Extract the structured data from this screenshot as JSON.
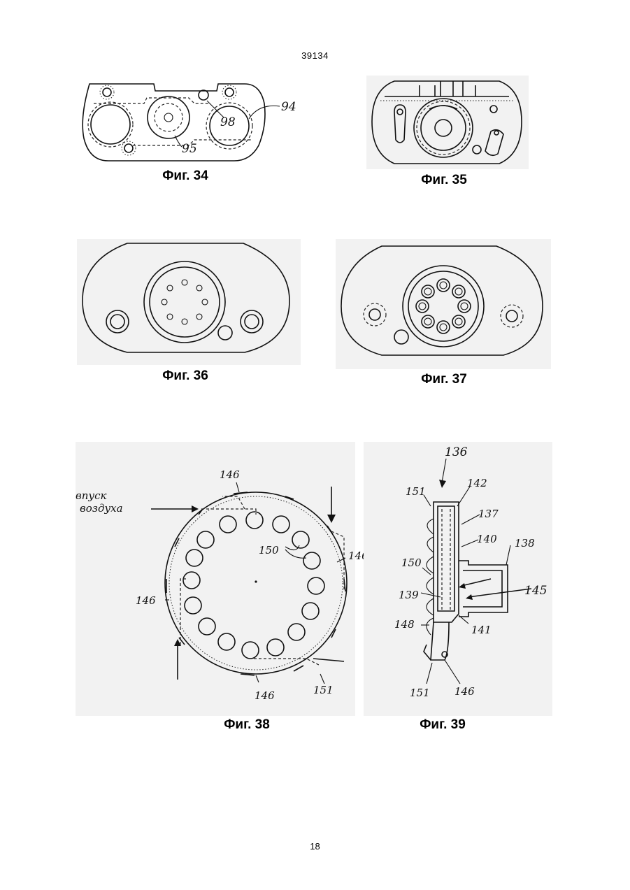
{
  "header": {
    "doc_number": "39134"
  },
  "figures": [
    {
      "caption": "Фиг. 34",
      "labels": [
        "94",
        "98",
        "95"
      ]
    },
    {
      "caption": "Фиг. 35",
      "labels": []
    },
    {
      "caption": "Фиг. 36",
      "labels": []
    },
    {
      "caption": "Фиг. 37",
      "labels": []
    },
    {
      "caption": "Фиг. 38",
      "labels": [
        "146",
        "146",
        "146",
        "146",
        "150",
        "151"
      ],
      "annotation": [
        "впуск",
        "воздуха"
      ]
    },
    {
      "caption": "Фиг. 39",
      "labels": [
        "136",
        "151",
        "142",
        "137",
        "140",
        "138",
        "150",
        "145",
        "139",
        "148",
        "141",
        "151",
        "146"
      ]
    }
  ],
  "footer": {
    "page_number": "18"
  }
}
